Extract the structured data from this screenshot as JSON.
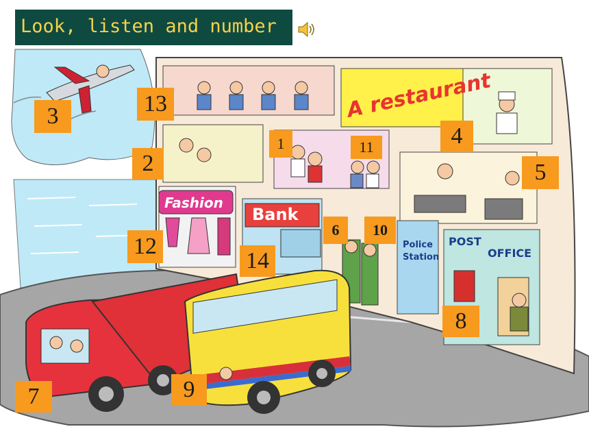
{
  "header": {
    "title": "Look, listen and number"
  },
  "icons": {
    "speaker": "speaker-icon"
  },
  "signs": {
    "restaurant": "A restaurant",
    "fashion": "Fashion",
    "bank": "Bank",
    "police_line1": "Police",
    "police_line2": "Station",
    "post_office_1": "POST",
    "post_office_2": "OFFICE"
  },
  "number_labels": [
    "1",
    "2",
    "3",
    "4",
    "5",
    "6",
    "7",
    "8",
    "9",
    "10",
    "11",
    "12",
    "13",
    "14"
  ],
  "colors": {
    "title_bg": "#0f4a40",
    "title_text": "#f6d24a",
    "label_bg": "#f79a1e"
  }
}
